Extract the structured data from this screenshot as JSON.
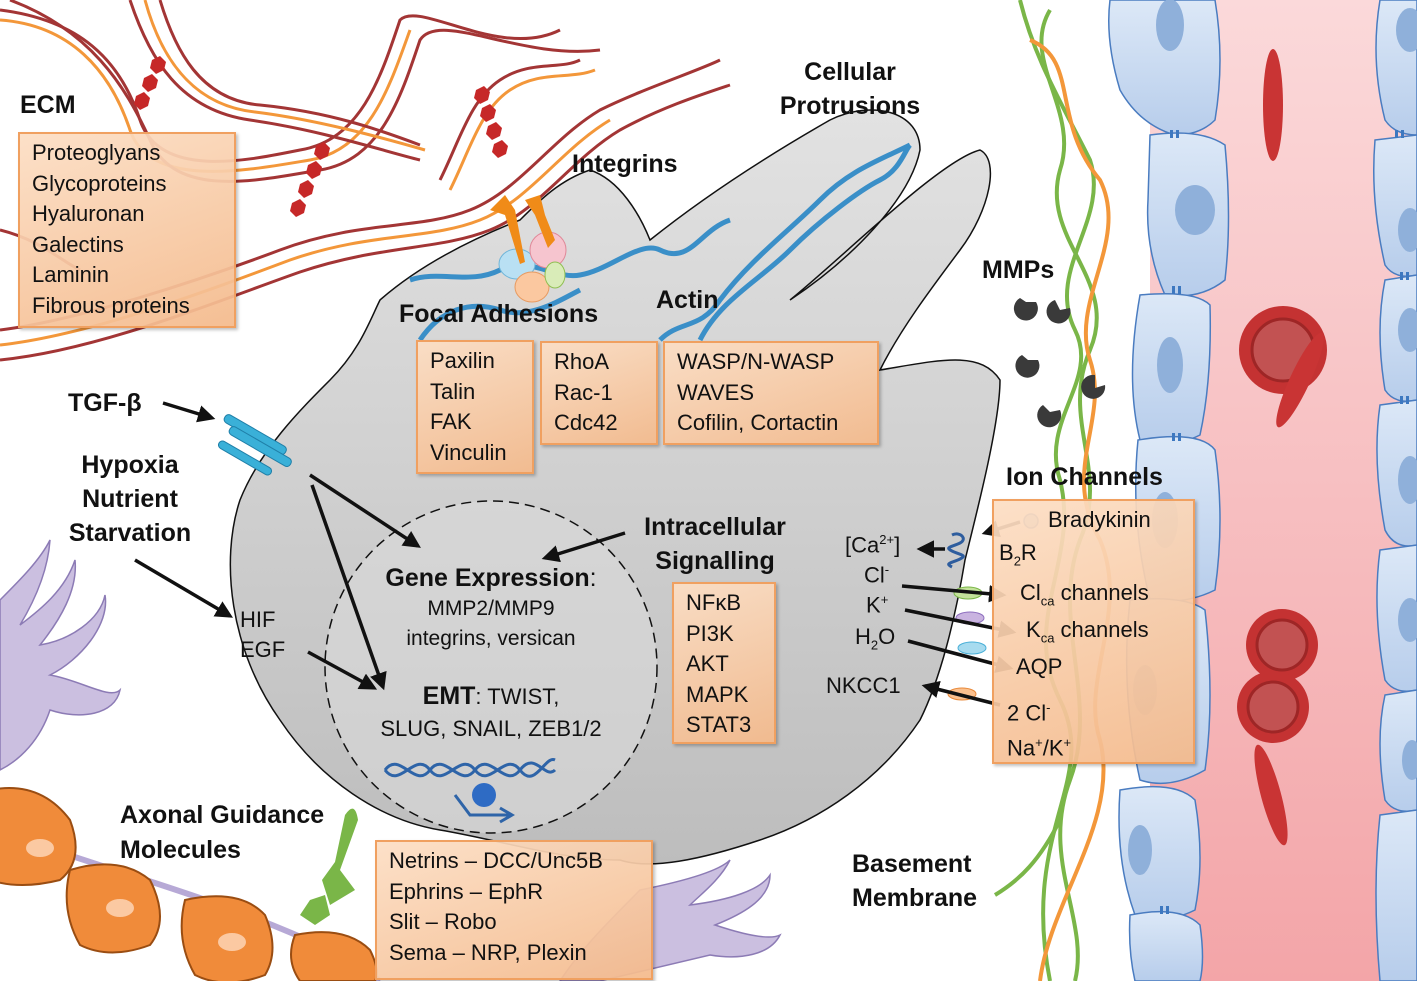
{
  "title": "Glioma cell invasion mechanisms",
  "colors": {
    "cell_fill": "#d4d4d4",
    "box_fill": "#f7c9a4",
    "box_border": "#f0a060",
    "ecm_fiber_dark": "#a33535",
    "ecm_fiber_orange": "#f3973a",
    "actin": "#3a8fc8",
    "vessel_lumen": "#f6b6b8",
    "endothelial": "#c6d9f0",
    "rbc": "#cc3a3a",
    "basement_membrane_green": "#7ab648",
    "axon_orange": "#f08b3a",
    "astro_purple": "#cbbfe0"
  },
  "ecm": {
    "title": "ECM",
    "items": [
      "Proteoglyans",
      "Glycoproteins",
      "Hyaluronan",
      "Galectins",
      "Laminin",
      "Fibrous proteins"
    ]
  },
  "protrusions": {
    "line1": "Cellular",
    "line2": "Protrusions"
  },
  "integrins": {
    "title": "Integrins"
  },
  "focal_adhesions": {
    "title": "Focal Adhesions",
    "items": [
      "Paxilin",
      "Talin",
      "FAK",
      "Vinculin"
    ]
  },
  "rho": {
    "items": [
      "RhoA",
      "Rac-1",
      "Cdc42"
    ]
  },
  "actin": {
    "title": "Actin",
    "items": [
      "WASP/N-WASP",
      "WAVES",
      "Cofilin, Cortactin"
    ]
  },
  "mmps": {
    "title": "MMPs"
  },
  "tgf": {
    "title": "TGF-β"
  },
  "hypoxia": {
    "line1": "Hypoxia",
    "line2": "Nutrient",
    "line3": "Starvation"
  },
  "hif_egf": {
    "line1": "HIF",
    "line2": "EGF"
  },
  "nucleus": {
    "gene_title": "Gene Expression",
    "gene_colon": ":",
    "gene_line1": "MMP2/MMP9",
    "gene_line2": "integrins, versican",
    "emt_title": "EMT",
    "emt_rest": ": TWIST,",
    "emt_line2": "SLUG, SNAIL, ZEB1/2"
  },
  "intracellular": {
    "line1": "Intracellular",
    "line2": "Signalling",
    "items": [
      "NFκB",
      "PI3K",
      "AKT",
      "MAPK",
      "STAT3"
    ]
  },
  "ion_channels": {
    "title": "Ion Channels",
    "bradykinin": "Bradykinin",
    "b2r_base": "B",
    "b2r_sub": "2",
    "b2r_tail": "R",
    "clca_base": "Cl",
    "clca_sub": "ca",
    "clca_tail": " channels",
    "kca_base": "K",
    "kca_sub": "ca",
    "kca_tail": " channels",
    "aqp": "AQP",
    "two_cl_base": "2 Cl",
    "two_cl_sup": "-",
    "nak_1": "Na",
    "nak_sup1": "+",
    "nak_2": "/K",
    "nak_sup2": "+",
    "ca_open": "[Ca",
    "ca_sup": "2+",
    "ca_close": "]",
    "cl_base": "Cl",
    "cl_sup": "-",
    "k_base": "K",
    "k_sup": "+",
    "h2o_h": "H",
    "h2o_sub": "2",
    "h2o_o": "O",
    "nkcc1": "NKCC1"
  },
  "axonal": {
    "line1": "Axonal Guidance",
    "line2": "Molecules",
    "items": [
      "Netrins – DCC/Unc5B",
      "Ephrins – EphR",
      "Slit – Robo",
      "Sema – NRP, Plexin"
    ]
  },
  "basement": {
    "line1": "Basement",
    "line2": "Membrane"
  }
}
